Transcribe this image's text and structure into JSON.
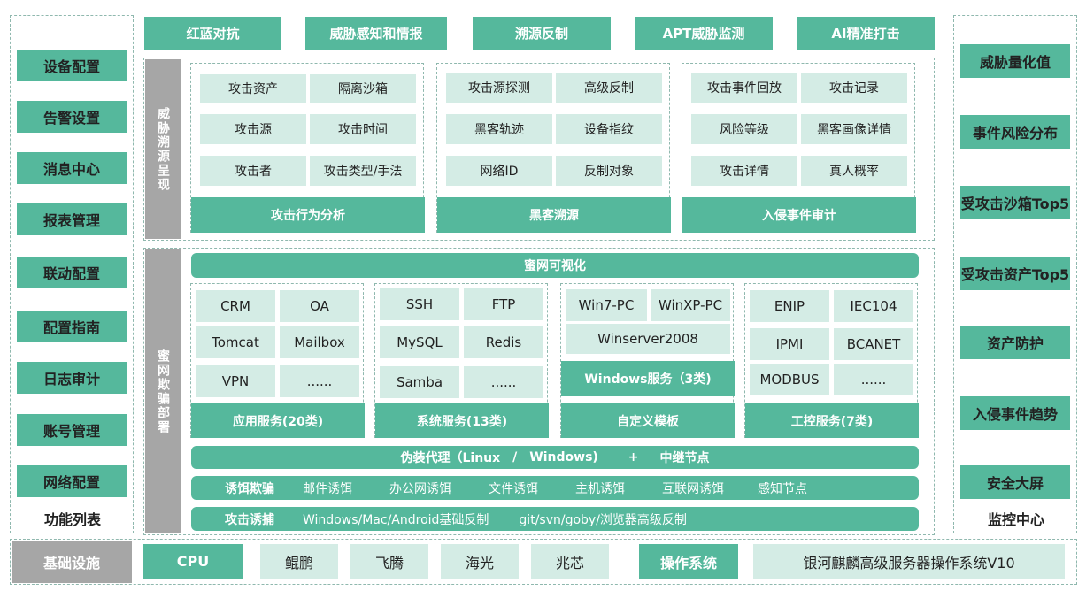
{
  "left_panel": {
    "items": [
      "设备配置",
      "告警设置",
      "消息中心",
      "报表管理",
      "联动配置",
      "配置指南",
      "日志审计",
      "账号管理",
      "网络配置"
    ],
    "title": "功能列表"
  },
  "right_panel": {
    "items": [
      "威胁量化值",
      "事件风险分布",
      "受攻击沙箱Top5",
      "受攻击资产Top5",
      "资产防护",
      "入侵事件趋势",
      "安全大屏"
    ],
    "title": "监控中心"
  },
  "top_tabs": [
    "红蓝对抗",
    "威胁感知和情报",
    "溯源反制",
    "APT威胁监测",
    "AI精准打击"
  ],
  "trace_section": {
    "label": "威胁溯源呈现",
    "groups": [
      {
        "cells": [
          "攻击资产",
          "隔离沙箱",
          "攻击源",
          "攻击时间",
          "攻击者",
          "攻击类型/手法"
        ],
        "footer": "攻击行为分析"
      },
      {
        "cells": [
          "攻击源探测",
          "高级反制",
          "黑客轨迹",
          "设备指纹",
          "网络ID",
          "反制对象"
        ],
        "footer": "黑客溯源"
      },
      {
        "cells": [
          "攻击事件回放",
          "攻击记录",
          "风险等级",
          "黑客画像详情",
          "攻击详情",
          "真人概率"
        ],
        "footer": "入侵事件审计"
      }
    ]
  },
  "deploy_section": {
    "label": "蜜网欺骗部署",
    "header": "蜜网可视化",
    "groups": [
      {
        "cells": [
          "CRM",
          "OA",
          "Tomcat",
          "Mailbox",
          "VPN",
          "......"
        ],
        "footer": "应用服务(20类)"
      },
      {
        "cells": [
          "SSH",
          "FTP",
          "MySQL",
          "Redis",
          "Samba",
          "......"
        ],
        "footer": "系统服务(13类)"
      },
      {
        "cells": [
          "Win7-PC",
          "WinXP-PC",
          "Winserver2008"
        ],
        "sub": "Windows服务（3类)",
        "footer": "自定义模板"
      },
      {
        "cells": [
          "ENIP",
          "IEC104",
          "IPMI",
          "BCANET",
          "MODBUS",
          "......"
        ],
        "footer": "工控服务(7类)"
      }
    ],
    "proxy_bar": {
      "parts": [
        "伪装代理（Linux",
        "/",
        "Windows)",
        "+",
        "中继节点"
      ]
    },
    "lure_bar": {
      "label": "诱饵欺骗",
      "items": [
        "邮件诱饵",
        "办公网诱饵",
        "文件诱饵",
        "主机诱饵",
        "互联网诱饵",
        "感知节点"
      ]
    },
    "capture_bar": {
      "label": "攻击诱捕",
      "items": [
        "Windows/Mac/Android基础反制",
        "git/svn/goby/浏览器高级反制"
      ]
    }
  },
  "infra": {
    "label": "基础设施",
    "cpu_label": "CPU",
    "cpus": [
      "鲲鹏",
      "飞腾",
      "海光",
      "兆芯"
    ],
    "os_label": "操作系统",
    "os_value": "银河麒麟高级服务器操作系统V10"
  },
  "colors": {
    "accent": "#55b89c",
    "light": "#d4ece5",
    "gray": "#a6a6a6",
    "border": "#8fb8ae"
  }
}
